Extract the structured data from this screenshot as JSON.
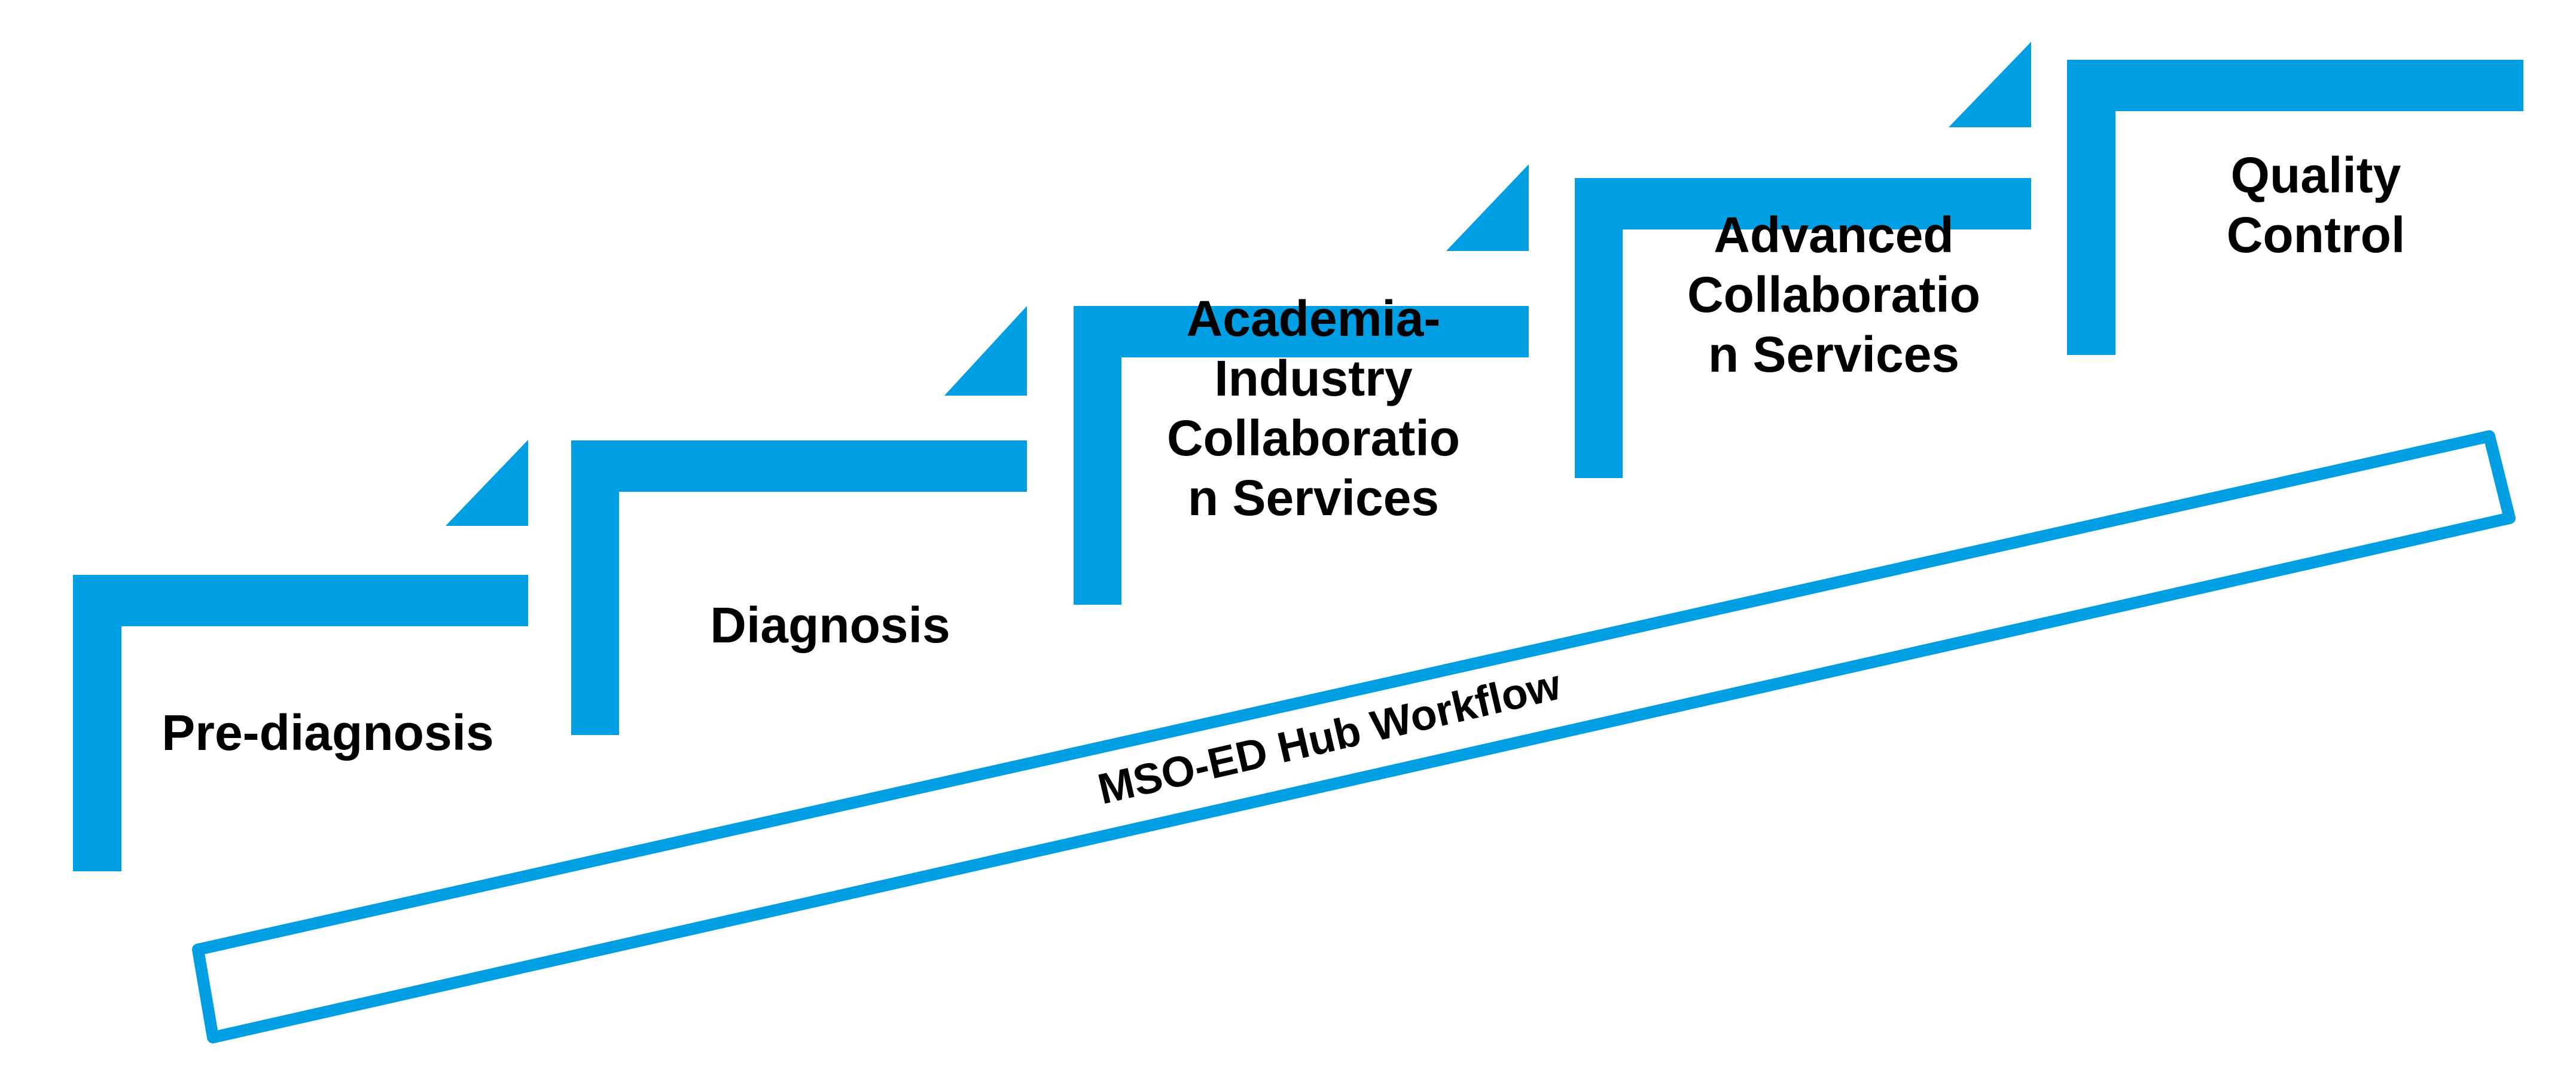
{
  "colors": {
    "accent": "#009fe3",
    "text": "#000000",
    "background": "#ffffff"
  },
  "steps": [
    {
      "id": "pre-diagnosis",
      "lines": [
        "Pre-diagnosis"
      ]
    },
    {
      "id": "diagnosis",
      "lines": [
        "Diagnosis"
      ]
    },
    {
      "id": "academia-industry",
      "lines": [
        "Academia-",
        "Industry",
        "Collaboratio",
        "n Services"
      ]
    },
    {
      "id": "advanced-collaboration",
      "lines": [
        "Advanced",
        "Collaboratio",
        "n Services"
      ]
    },
    {
      "id": "quality-control",
      "lines": [
        "Quality",
        "Control"
      ]
    }
  ],
  "hub": {
    "label": "MSO-ED Hub Workflow"
  }
}
